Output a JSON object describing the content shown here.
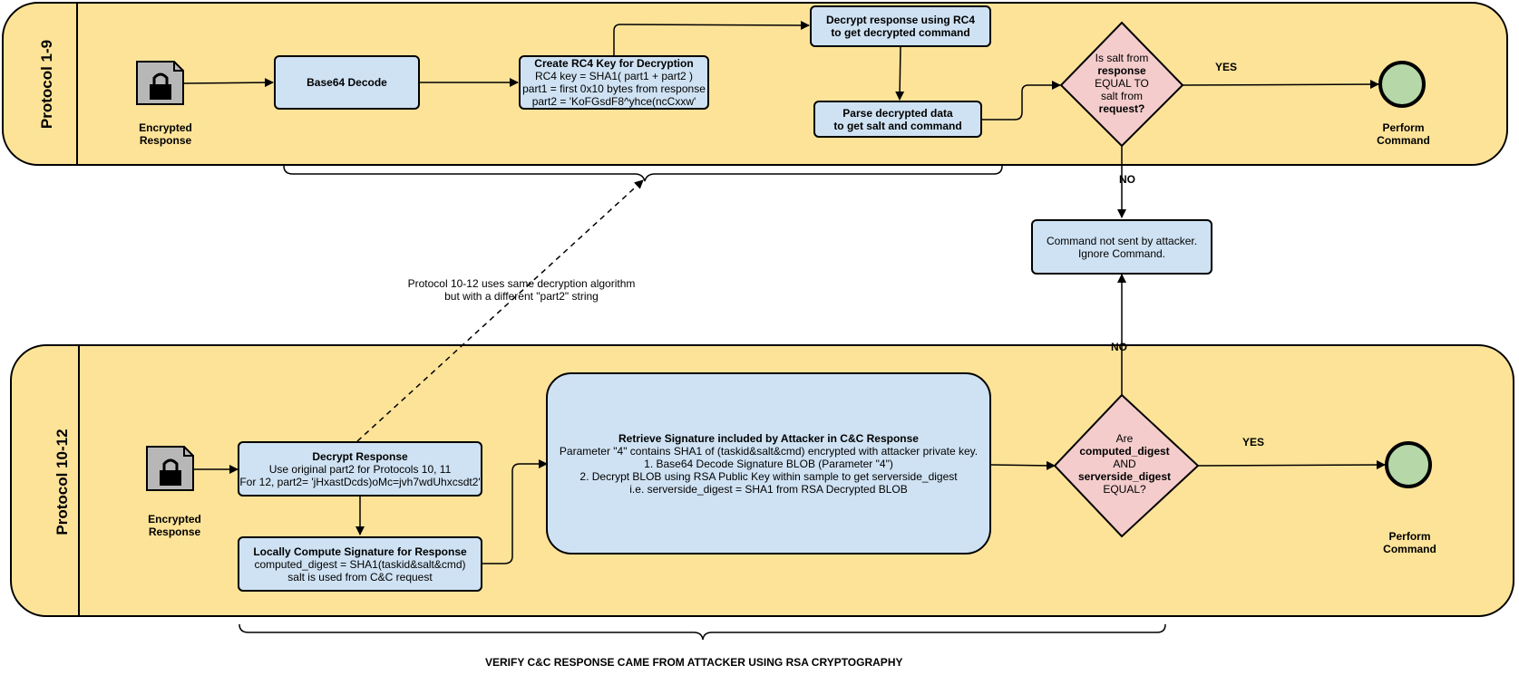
{
  "lanes": {
    "top_label": "Protocol 1-9",
    "bottom_label": "Protocol 10-12"
  },
  "top": {
    "encrypted_caption": "Encrypted\nResponse",
    "base64": "Base64 Decode",
    "rc4_key": {
      "title": "Create RC4 Key for Decryption",
      "lines": [
        "RC4 key = SHA1( part1 + part2 )",
        "part1 = first 0x10 bytes from response",
        "part2 = 'KoFGsdF8^yhce(ncCxxw'"
      ]
    },
    "decrypt_rc4": "Decrypt response using RC4\nto get decrypted command",
    "parse": "Parse decrypted data\nto get salt and command",
    "decision": {
      "l1": "Is salt from",
      "l2": "response",
      "l3": "EQUAL TO",
      "l4": "salt from",
      "l5": "request?"
    },
    "yes": "YES",
    "no": "NO",
    "perform": "Perform\nCommand"
  },
  "middle": {
    "ignore": "Command not sent by attacker.\nIgnore Command.",
    "note": "Protocol 10-12 uses same decryption algorithm\nbut with a different \"part2\" string",
    "no": "NO"
  },
  "bottom": {
    "encrypted_caption": "Encrypted\nResponse",
    "decrypt": {
      "title": "Decrypt Response",
      "lines": [
        "Use original part2 for Protocols 10, 11",
        "For 12, part2= 'jHxastDcds)oMc=jvh7wdUhxcsdt2'"
      ]
    },
    "compute": {
      "title": "Locally Compute Signature for Response",
      "lines": [
        "computed_digest = SHA1(taskid&salt&cmd)",
        "salt is used from C&C request"
      ]
    },
    "retrieve": {
      "title": "Retrieve Signature included by Attacker in C&C Response",
      "lines": [
        "Parameter \"4\" contains SHA1 of (taskid&salt&cmd) encrypted with attacker private key.",
        "1. Base64 Decode Signature BLOB (Parameter \"4\")",
        "2. Decrypt BLOB using RSA Public Key within sample to get serverside_digest",
        "i.e. serverside_digest = SHA1 from RSA Decrypted BLOB"
      ]
    },
    "decision": {
      "l1": "Are",
      "l2": "computed_digest",
      "l3": "AND",
      "l4": "serverside_digest",
      "l5": "EQUAL?"
    },
    "yes": "YES",
    "perform": "Perform\nCommand"
  },
  "footer": "VERIFY C&C RESPONSE CAME FROM ATTACKER USING RSA CRYPTOGRAPHY",
  "colors": {
    "lane": "#fde398",
    "process": "#cfe2f3",
    "decision": "#f4cccc",
    "end": "#b6d7a8",
    "icon": "#b7b7b7"
  }
}
